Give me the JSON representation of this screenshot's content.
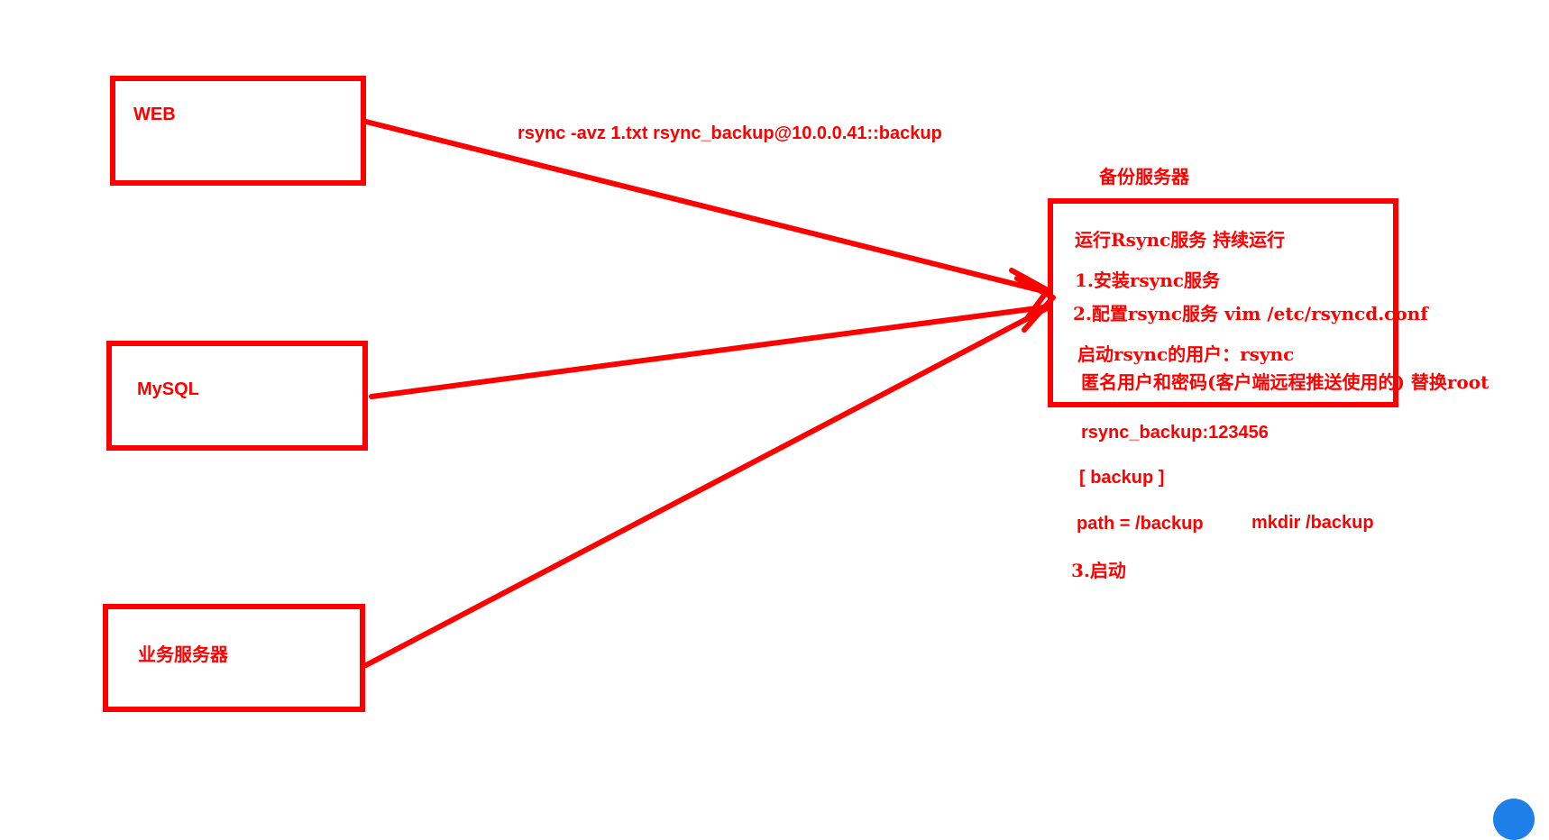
{
  "colors": {
    "accent": "#ff0000",
    "background": "#ffffff",
    "corner_dot": "#1e7fe8"
  },
  "nodes": {
    "web": "WEB",
    "mysql": "MySQL",
    "business": "业务服务器",
    "backup_title": "备份服务器"
  },
  "command": "rsync  -avz  1.txt  rsync_backup@10.0.0.41::backup",
  "backup_box": {
    "line1": "运行Rsync服务 持续运行",
    "line2": "1.安装rsync服务",
    "line3": "2.配置rsync服务  vim /etc/rsyncd.conf",
    "line4": "启动rsync的用户：rsync",
    "line5": "匿名用户和密码(客户端远程推送使用的) 替换root"
  },
  "notes": {
    "credentials": "rsync_backup:123456",
    "module": "[ backup ]",
    "path": "path = /backup",
    "mkdir": "mkdir /backup",
    "start": "3.启动"
  }
}
